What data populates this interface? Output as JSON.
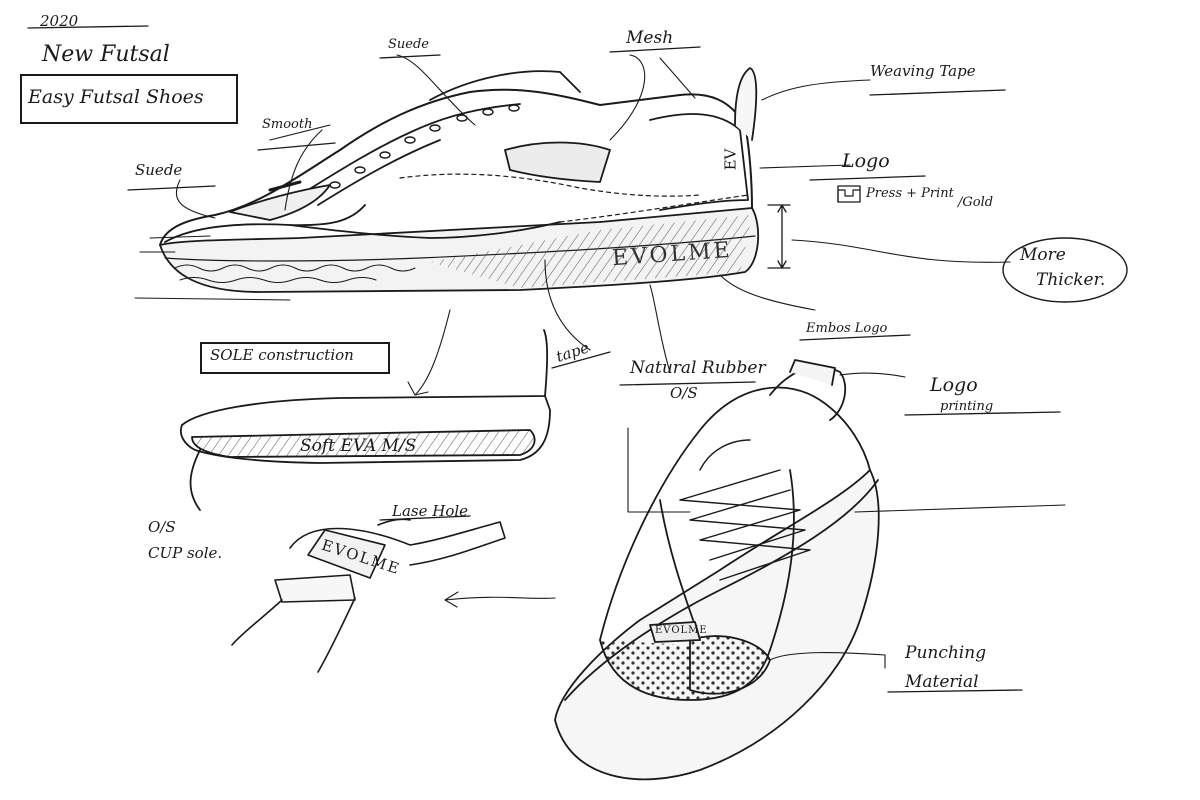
{
  "header": {
    "year": "2020",
    "line1": "New Futsal",
    "line2": "Easy Futsal Shoes"
  },
  "callouts": {
    "suede_top": "Suede",
    "mesh": "Mesh",
    "weaving_tape": "Weaving Tape",
    "smooth": "Smooth",
    "suede_toe": "Suede",
    "logo": "Logo",
    "press_print": "Press + Print",
    "gold": "/Gold",
    "more_thicker_1": "More",
    "more_thicker_2": "Thicker.",
    "embos_logo": "Embos Logo",
    "tape": "tape",
    "natural_rubber": "Natural Rubber",
    "os": "O/S",
    "logo_printing_1": "Logo",
    "logo_printing_2": "printing",
    "punching_1": "Punching",
    "punching_2": "Material",
    "lase_hole": "Lase Hole",
    "os_cupsole_1": "O/S",
    "os_cupsole_2": "CUP sole."
  },
  "sole_section": {
    "title": "SOLE construction",
    "midsole_label": "Soft EVA M/S"
  },
  "brand_marks": {
    "sole_logo": "EVOLME",
    "tongue_logo": "EVOLME",
    "toe_logo": "EVOLME",
    "heel_logo": "EV"
  }
}
